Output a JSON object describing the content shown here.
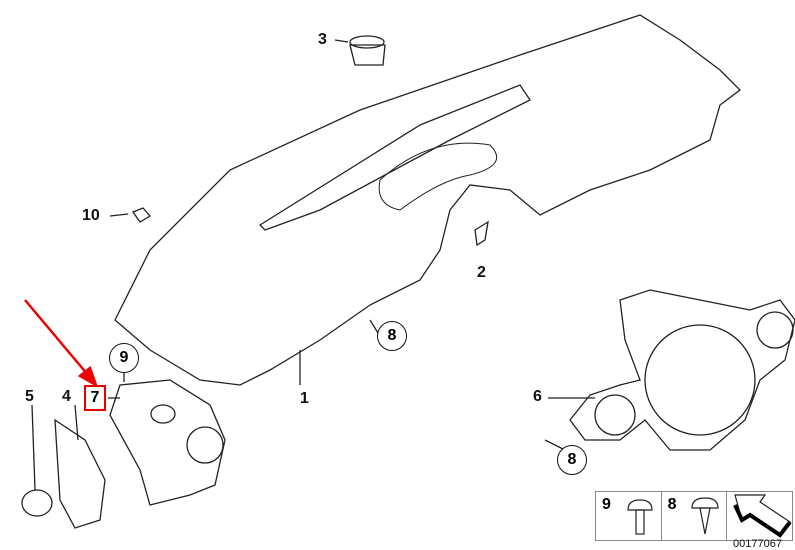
{
  "callouts": {
    "c1": "1",
    "c2": "2",
    "c3": "3",
    "c4": "4",
    "c5": "5",
    "c6": "6",
    "c7": "7",
    "c8a": "8",
    "c8b": "8",
    "c9": "9",
    "c10": "10"
  },
  "legend": {
    "item9": "9",
    "item8": "8"
  },
  "diagram_code": "00177067",
  "colors": {
    "highlight": "#e00000",
    "line": "#111111"
  }
}
